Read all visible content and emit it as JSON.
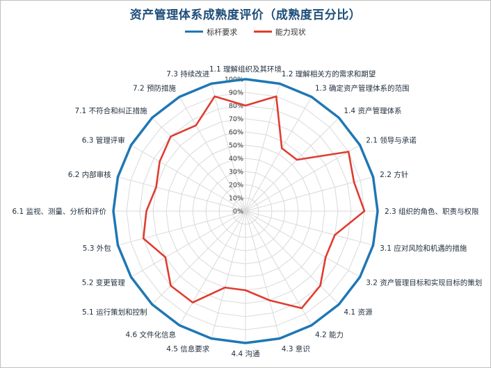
{
  "chart_data": {
    "type": "radar",
    "title": "资产管理体系成熟度评价（成熟度百分比）",
    "categories": [
      "1.1 理解组织及其环境",
      "1.2 理解相关方的需求和期望",
      "1.3 确定资产管理体系的范围",
      "1.4 资产管理体系",
      "2.1 领导与承诺",
      "2.2 方针",
      "2.3 组织的角色、职责与权限",
      "3.1 应对风险和机遇的措施",
      "3.2 资产管理目标和实现目标的策划",
      "4.1 资源",
      "4.2 能力",
      "4.3 意识",
      "4.4 沟通",
      "4.5 信息要求",
      "4.6 文件化信息",
      "5.1 运行策划和控制",
      "5.2 变更管理",
      "5.3 外包",
      "6.1 监视、测量、分析和评价",
      "6.2 内部审核",
      "6.3 管理评审",
      "7.1 不符合和纠正措施",
      "7.2 预防措施",
      "7.3 持续改进"
    ],
    "series": [
      {
        "name": "标杆要求",
        "color": "#1f77b4",
        "values": [
          100,
          100,
          100,
          100,
          100,
          100,
          100,
          100,
          100,
          100,
          100,
          100,
          100,
          100,
          100,
          100,
          100,
          100,
          100,
          100,
          100,
          100,
          100,
          100
        ]
      },
      {
        "name": "能力现状",
        "color": "#e03c31",
        "values": [
          80,
          90,
          55,
          55,
          90,
          85,
          90,
          70,
          70,
          80,
          85,
          70,
          60,
          60,
          80,
          80,
          70,
          80,
          75,
          70,
          75,
          80,
          75,
          90
        ]
      }
    ],
    "rlim": [
      0,
      100
    ],
    "ticks": [
      "0%",
      "10%",
      "20%",
      "30%",
      "40%",
      "50%",
      "60%",
      "70%",
      "80%",
      "90%",
      "100%"
    ],
    "legend": "top",
    "grid": true
  }
}
